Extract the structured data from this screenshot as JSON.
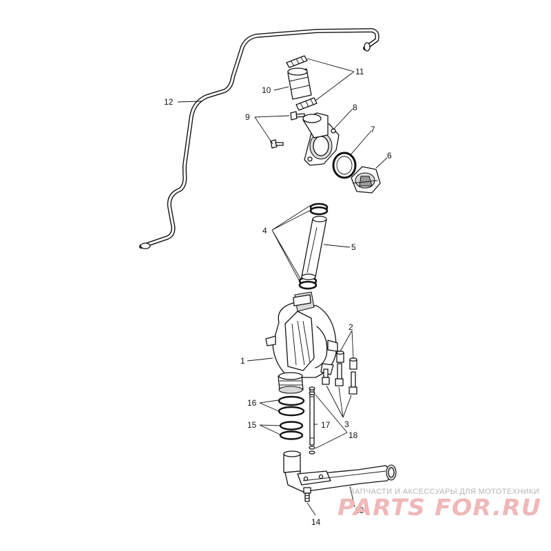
{
  "callouts": {
    "c1": "1",
    "c2": "2",
    "c3": "3",
    "c4": "4",
    "c5": "5",
    "c6": "6",
    "c7": "7",
    "c8": "8",
    "c9": "9",
    "c10": "10",
    "c11": "11",
    "c12": "12",
    "c13": "13",
    "c14": "14",
    "c15": "15",
    "c16": "16",
    "c17": "17",
    "c18": "18"
  },
  "watermark": {
    "caption": "ЗАПЧАСТИ И АКСЕССУАРЫ ДЛЯ МОТОТЕХНИКИ",
    "logo": "PARTS FOR.RU"
  }
}
